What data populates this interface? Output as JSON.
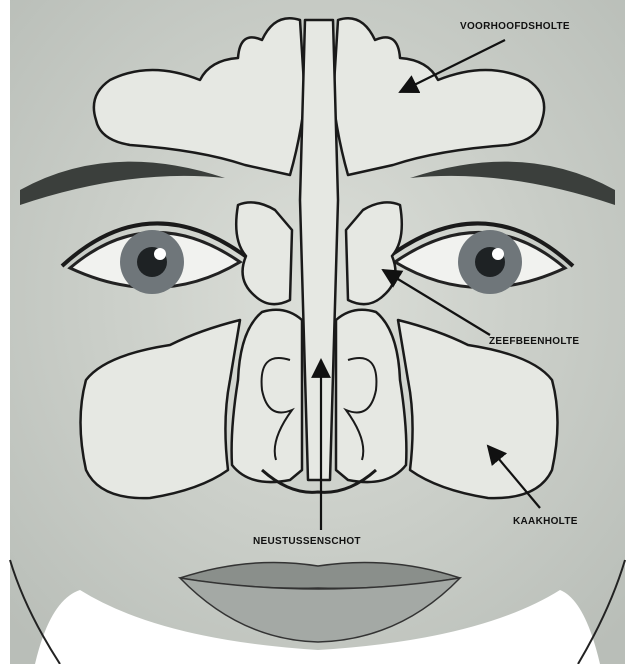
{
  "diagram": {
    "labels": {
      "frontal_sinus": "VOORHOOFDSHOLTE",
      "ethmoid_sinus": "ZEEFBEENHOLTE",
      "maxillary_sinus": "KAAKHOLTE",
      "nasal_septum": "NEUSTUSSENSCHOT"
    },
    "colors": {
      "background": "#ffffff",
      "skin": "#cfd3cd",
      "sinus_fill": "#e6e8e3",
      "outline": "#1a1a1a",
      "iris": "#6f767a"
    }
  }
}
